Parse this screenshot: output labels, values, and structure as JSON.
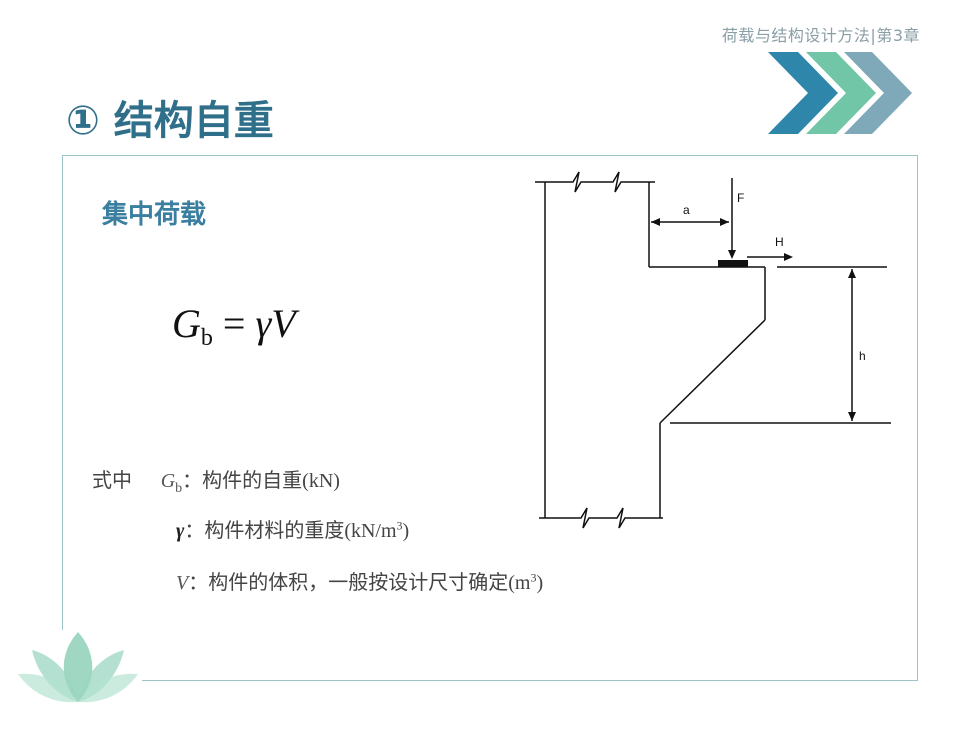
{
  "header": {
    "chapter_title": "荷载与结构设计方法|第3章"
  },
  "slide": {
    "title": "① 结构自重",
    "section_title": "集中荷载"
  },
  "formula": {
    "lhs_symbol": "G",
    "lhs_subscript": "b",
    "operator": "=",
    "rhs": "γV"
  },
  "definitions": {
    "prefix": "式中",
    "items": [
      {
        "symbol": "G",
        "subscript": "b",
        "colon": "：",
        "text": "构件的自重",
        "unit": "(kN)"
      },
      {
        "symbol": "γ",
        "colon": "：",
        "text": "构件材料的重度",
        "unit": "(kN/m",
        "unit_sup": "3",
        "unit_end": ")"
      },
      {
        "symbol": "V",
        "colon": "：",
        "text": "构件的体积，一般按设计尺寸确定",
        "unit": "(m",
        "unit_sup": "3",
        "unit_end": ")"
      }
    ]
  },
  "diagram": {
    "labels": {
      "a": "a",
      "F": "F",
      "H": "H",
      "h": "h"
    }
  },
  "colors": {
    "title": "#2f6f8a",
    "section": "#3a7ea0",
    "frame": "#9cc4c8",
    "chevron_1": "#2e86ab",
    "chevron_2": "#72c6a8",
    "chevron_3": "#7fa8b8",
    "lotus": "#8fd0b8"
  },
  "icons": [
    "chevron-right-icon",
    "lotus-icon"
  ]
}
